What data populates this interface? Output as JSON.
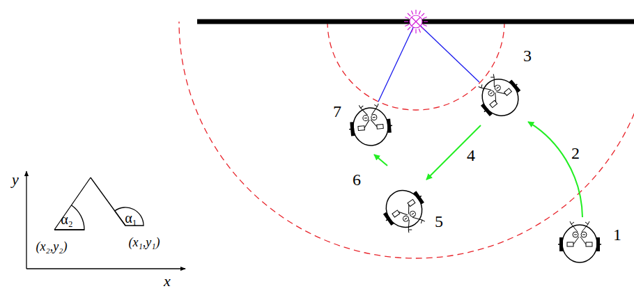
{
  "diagram": {
    "labels": [
      "y",
      "x",
      "α₂",
      "α₁",
      "(x₂,y₂)",
      "(x₁,y₁)",
      "1",
      "2",
      "3",
      "4",
      "5",
      "6",
      "7"
    ]
  }
}
